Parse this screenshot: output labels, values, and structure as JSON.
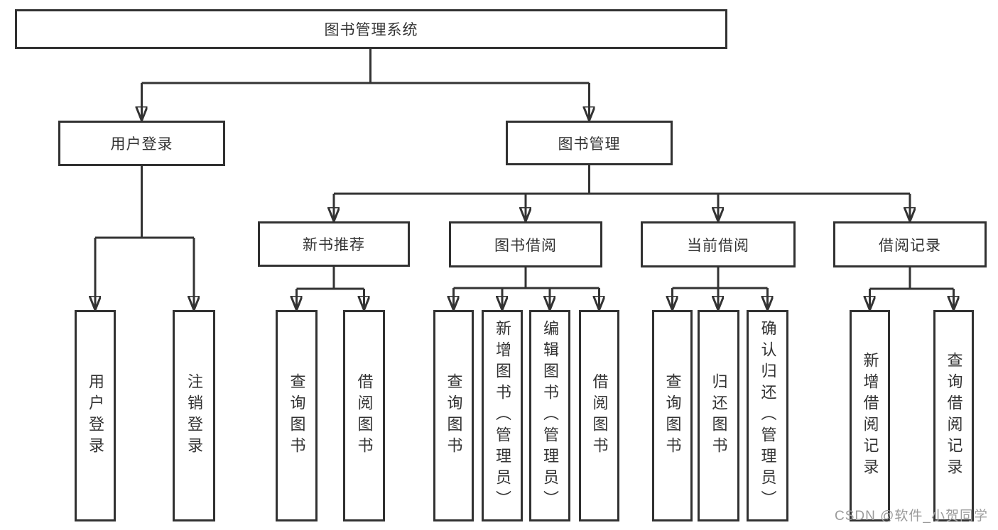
{
  "watermark": {
    "text": "CSDN @软件_小贺同学"
  },
  "colors": {
    "line": "#333333",
    "text": "#333333",
    "box_background": "#ffffff",
    "watermark": "#9b9b9b"
  },
  "tree": {
    "root": {
      "label": "图书管理系统"
    },
    "branches": [
      {
        "label": "用户登录",
        "children": [
          {
            "label": "用户登录"
          },
          {
            "label": "注销登录"
          }
        ]
      },
      {
        "label": "图书管理",
        "children": [
          {
            "label": "新书推荐",
            "children": [
              {
                "label": "查询图书"
              },
              {
                "label": "借阅图书"
              }
            ]
          },
          {
            "label": "图书借阅",
            "children": [
              {
                "label": "查询图书"
              },
              {
                "label": "新增图书（管理员）"
              },
              {
                "label": "编辑图书（管理员）"
              },
              {
                "label": "借阅图书"
              }
            ]
          },
          {
            "label": "当前借阅",
            "children": [
              {
                "label": "查询图书"
              },
              {
                "label": "归还图书"
              },
              {
                "label": "确认归还（管理员）"
              }
            ]
          },
          {
            "label": "借阅记录",
            "children": [
              {
                "label": "新增借阅记录"
              },
              {
                "label": "查询借阅记录"
              }
            ]
          }
        ]
      }
    ]
  }
}
